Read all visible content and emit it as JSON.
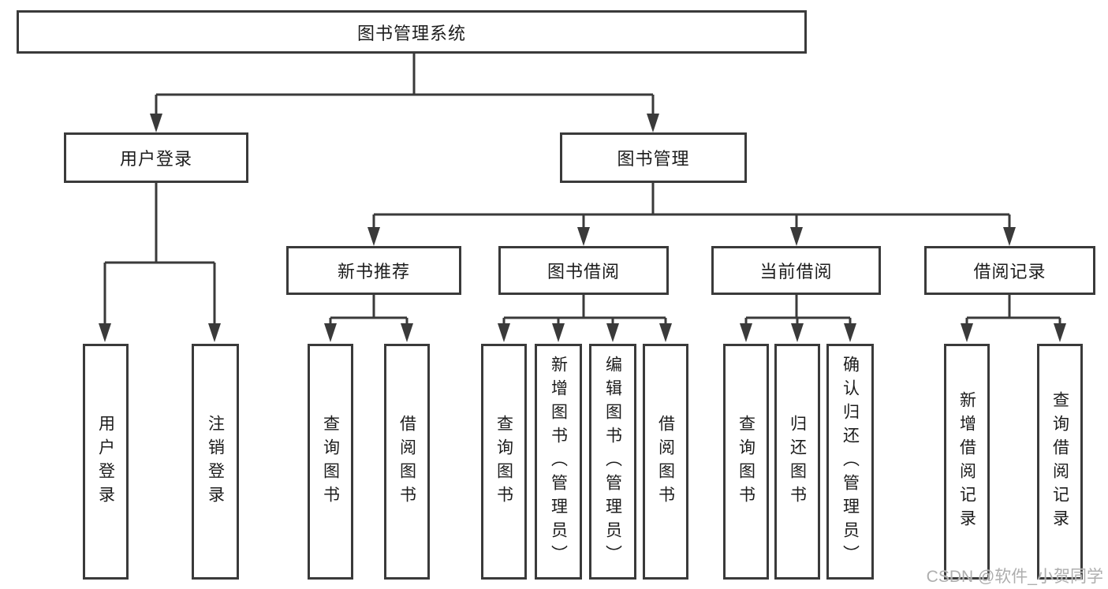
{
  "diagram": {
    "root": {
      "label": "图书管理系统"
    },
    "user_login": {
      "label": "用户登录",
      "children": [
        {
          "label": "用户登录"
        },
        {
          "label": "注销登录"
        }
      ]
    },
    "book_management": {
      "label": "图书管理",
      "groups": [
        {
          "label": "新书推荐",
          "children": [
            {
              "label": "查询图书"
            },
            {
              "label": "借阅图书"
            }
          ]
        },
        {
          "label": "图书借阅",
          "children": [
            {
              "label": "查询图书"
            },
            {
              "label": "新增图书（管理员）"
            },
            {
              "label": "编辑图书（管理员）"
            },
            {
              "label": "借阅图书"
            }
          ]
        },
        {
          "label": "当前借阅",
          "children": [
            {
              "label": "查询图书"
            },
            {
              "label": "归还图书"
            },
            {
              "label": "确认归还（管理员）"
            }
          ]
        },
        {
          "label": "借阅记录",
          "children": [
            {
              "label": "新增借阅记录"
            },
            {
              "label": "查询借阅记录"
            }
          ]
        }
      ]
    }
  },
  "colors": {
    "line": "#3a3a3a",
    "text": "#1c1c1c",
    "background": "#ffffff",
    "watermark": "#aeaeae"
  },
  "watermark": {
    "text": "CSDN @软件_小贺同学"
  }
}
